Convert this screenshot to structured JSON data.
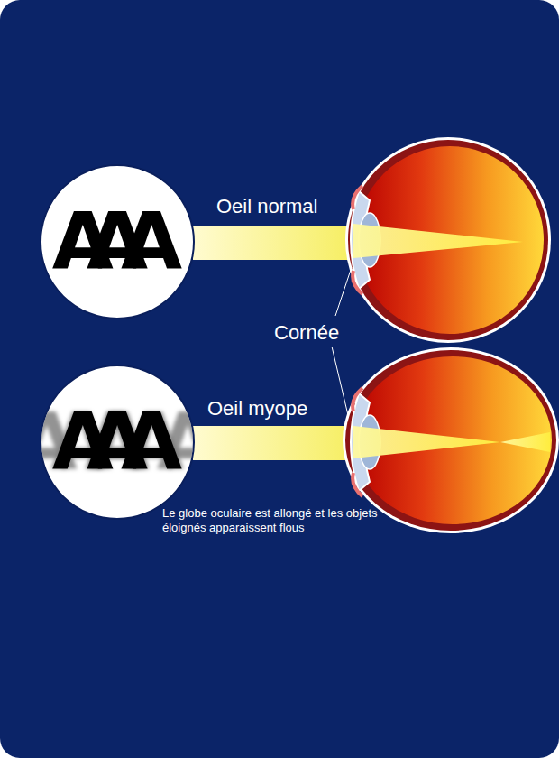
{
  "diagram": {
    "nodes": [
      {
        "text": [
          "AAA"
        ]
      },
      {
        "text": [
          "AAA"
        ]
      }
    ],
    "labels": [
      "Oeil normal",
      "Cornée",
      "Oeil myope",
      "Le globe oculaire est allongé et les objets éloignés apparaissent flous"
    ]
  }
}
